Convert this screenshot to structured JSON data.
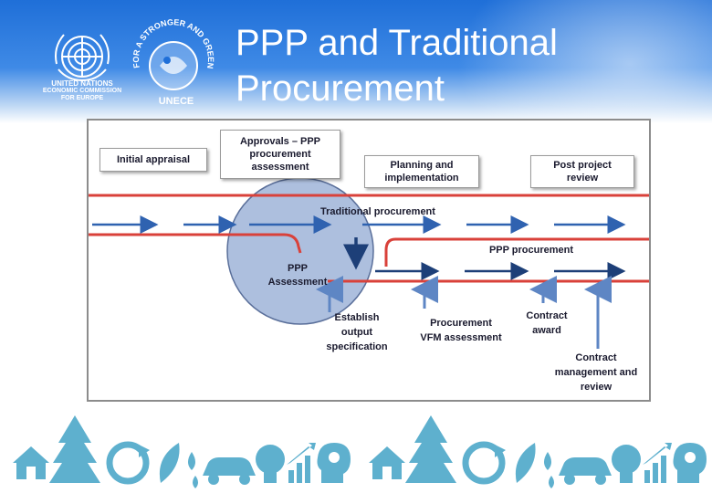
{
  "slide": {
    "title_line1": "PPP and Traditional",
    "title_line2": "Procurement"
  },
  "logos": {
    "un_line1": "UNITED NATIONS",
    "un_line2": "ECONOMIC COMMISSION",
    "un_line3": "FOR EUROPE",
    "seal_top": "FOR A STRONGER AND GREENER ECONOMY",
    "seal_bottom": "UNECE"
  },
  "diagram": {
    "stages": {
      "initial_appraisal": "Initial appraisal",
      "approvals": "Approvals – PPP procurement assessment",
      "planning": "Planning and implementation",
      "post_review": "Post project review"
    },
    "tracks": {
      "traditional": "Traditional procurement",
      "ppp": "PPP procurement",
      "ppp_assessment": "PPP Assessment"
    },
    "milestones": {
      "output_spec": "Establish\noutput\nspecification",
      "vfm": "Procurement\nVFM assessment",
      "contract_award": "Contract\naward",
      "contract_mgmt": "Contract\nmanagement and\nreview"
    },
    "colors": {
      "track_red": "#d9413a",
      "arrow_blue": "#2f62b0",
      "milestone_blue": "#5e86c4",
      "circle_fill": "#9fb4d8"
    }
  },
  "footer": {
    "icons": [
      "house-icon",
      "tree-icon",
      "recycle-icon",
      "leaf-drop-icon",
      "car-icon",
      "bulb-icon",
      "growth-chart-icon",
      "head-gear-icon"
    ]
  }
}
